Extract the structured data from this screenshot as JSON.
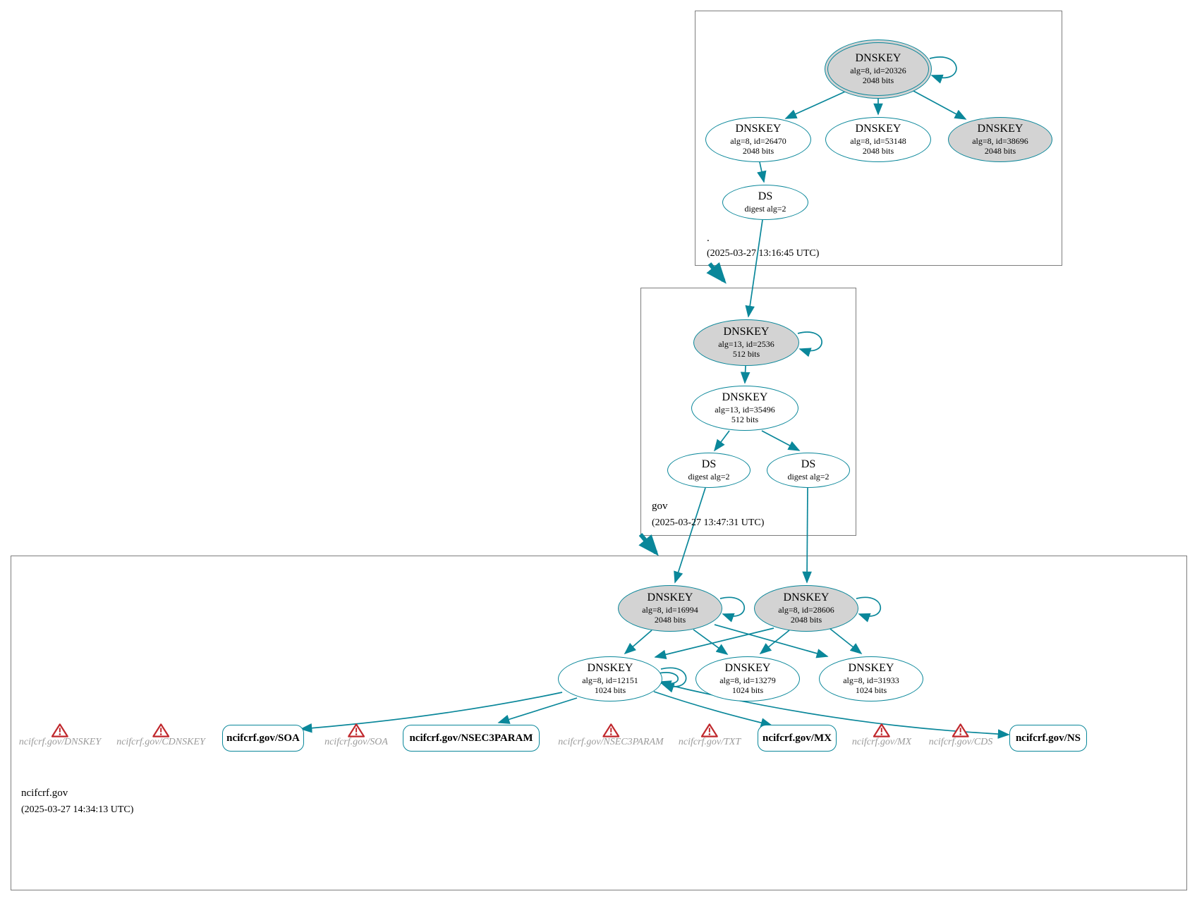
{
  "zones": {
    "root": {
      "name": ".",
      "timestamp": "(2025-03-27 13:16:45 UTC)",
      "nodes": {
        "ksk_20326": {
          "type": "DNSKEY",
          "detail1": "alg=8, id=20326",
          "detail2": "2048 bits"
        },
        "zsk_26470": {
          "type": "DNSKEY",
          "detail1": "alg=8, id=26470",
          "detail2": "2048 bits"
        },
        "zsk_53148": {
          "type": "DNSKEY",
          "detail1": "alg=8, id=53148",
          "detail2": "2048 bits"
        },
        "ksk_38696": {
          "type": "DNSKEY",
          "detail1": "alg=8, id=38696",
          "detail2": "2048 bits"
        },
        "ds_gov": {
          "type": "DS",
          "detail1": "digest alg=2"
        }
      }
    },
    "gov": {
      "name": "gov",
      "timestamp": "(2025-03-27 13:47:31 UTC)",
      "nodes": {
        "ksk_2536": {
          "type": "DNSKEY",
          "detail1": "alg=13, id=2536",
          "detail2": "512 bits"
        },
        "zsk_35496": {
          "type": "DNSKEY",
          "detail1": "alg=13, id=35496",
          "detail2": "512 bits"
        },
        "ds_1": {
          "type": "DS",
          "detail1": "digest alg=2"
        },
        "ds_2": {
          "type": "DS",
          "detail1": "digest alg=2"
        }
      }
    },
    "ncifcrf_gov": {
      "name": "ncifcrf.gov",
      "timestamp": "(2025-03-27 14:34:13 UTC)",
      "nodes": {
        "ksk_16994": {
          "type": "DNSKEY",
          "detail1": "alg=8, id=16994",
          "detail2": "2048 bits"
        },
        "ksk_28606": {
          "type": "DNSKEY",
          "detail1": "alg=8, id=28606",
          "detail2": "2048 bits"
        },
        "zsk_12151": {
          "type": "DNSKEY",
          "detail1": "alg=8, id=12151",
          "detail2": "1024 bits"
        },
        "zsk_13279": {
          "type": "DNSKEY",
          "detail1": "alg=8, id=13279",
          "detail2": "1024 bits"
        },
        "zsk_31933": {
          "type": "DNSKEY",
          "detail1": "alg=8, id=31933",
          "detail2": "1024 bits"
        }
      },
      "rrsets": [
        {
          "label": "ncifcrf.gov/SOA"
        },
        {
          "label": "ncifcrf.gov/NSEC3PARAM"
        },
        {
          "label": "ncifcrf.gov/MX"
        },
        {
          "label": "ncifcrf.gov/NS"
        }
      ],
      "warnings": [
        {
          "label": "ncifcrf.gov/DNSKEY"
        },
        {
          "label": "ncifcrf.gov/CDNSKEY"
        },
        {
          "label": "ncifcrf.gov/SOA"
        },
        {
          "label": "ncifcrf.gov/NSEC3PARAM"
        },
        {
          "label": "ncifcrf.gov/TXT"
        },
        {
          "label": "ncifcrf.gov/MX"
        },
        {
          "label": "ncifcrf.gov/CDS"
        }
      ]
    }
  },
  "colors": {
    "teal": "#0a879a",
    "sep_fill": "#d3d3d3",
    "warning": "#c0282d",
    "zone_border": "#7d7d7d",
    "muted": "#9b9b9b"
  }
}
